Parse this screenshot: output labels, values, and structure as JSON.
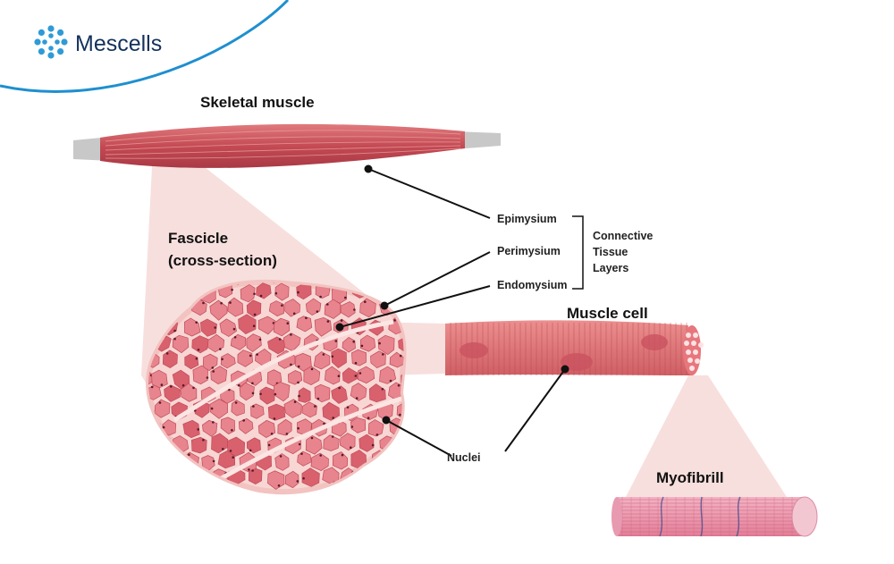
{
  "brand": {
    "name": "Mescells"
  },
  "labels": {
    "skeletal_muscle": "Skeletal muscle",
    "fascicle_line1": "Fascicle",
    "fascicle_line2": "(cross-section)",
    "muscle_cell": "Muscle cell",
    "myofibrill": "Myofibrill",
    "nuclei": "Nuclei"
  },
  "layers": {
    "items": [
      "Epimysium",
      "Perimysium",
      "Endomysium"
    ],
    "group_label": [
      "Connective",
      "Tissue",
      "Layers"
    ]
  },
  "colors": {
    "brand_text": "#13315c",
    "brand_accent": "#2f9bd6",
    "arc": "#1e8fd0",
    "muscle": "#c9525a",
    "cell_fill": "#e8848d",
    "tendon": "#c8c8c8",
    "zoom_cone": "#f6dcd9"
  },
  "icons": {
    "logo": "cell-cluster-icon"
  }
}
